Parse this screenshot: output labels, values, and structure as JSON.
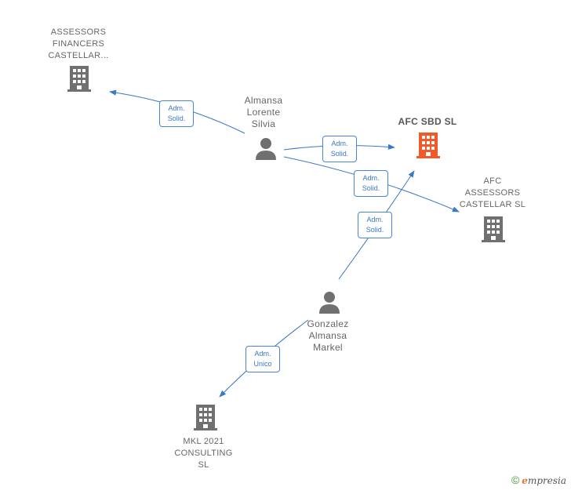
{
  "colors": {
    "edge": "#3a78c8",
    "company": "#707070",
    "focus_company": "#f05a28",
    "person": "#707070"
  },
  "nodes": {
    "assessors_financers": {
      "lines": [
        "ASSESSORS",
        "FINANCERS",
        "CASTELLAR..."
      ],
      "icon": "building-icon"
    },
    "almansa_lorente": {
      "lines": [
        "Almansa",
        "Lorente",
        "Silvia"
      ],
      "icon": "person-icon"
    },
    "afc_sbd": {
      "lines": [
        "AFC SBD  SL"
      ],
      "icon": "building-icon"
    },
    "afc_assessors": {
      "lines": [
        "AFC",
        "ASSESSORS",
        "CASTELLAR SL"
      ],
      "icon": "building-icon"
    },
    "gonzalez_almansa": {
      "lines": [
        "Gonzalez",
        "Almansa",
        "Markel"
      ],
      "icon": "person-icon"
    },
    "mkl_2021": {
      "lines": [
        "MKL 2021",
        "CONSULTING",
        "SL"
      ],
      "icon": "building-icon"
    }
  },
  "edges": {
    "e1": {
      "lines": [
        "Adm.",
        "Solid."
      ]
    },
    "e2": {
      "lines": [
        "Adm.",
        "Solid."
      ]
    },
    "e3": {
      "lines": [
        "Adm.",
        "Solid."
      ]
    },
    "e4": {
      "lines": [
        "Adm.",
        "Solid."
      ]
    },
    "e5": {
      "lines": [
        "Adm.",
        "Unico"
      ]
    }
  },
  "footer": {
    "copyright": "©",
    "brand_initial": "e",
    "brand_rest": "mpresia"
  }
}
